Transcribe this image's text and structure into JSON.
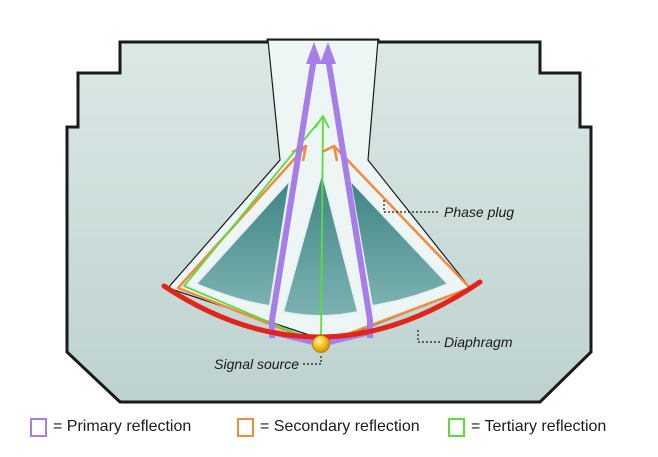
{
  "labels": {
    "phase_plug": "Phase plug",
    "diaphragm": "Diaphragm",
    "signal_source": "Signal source"
  },
  "legend": [
    {
      "text": "= Primary reflection",
      "color": "#a77ee8"
    },
    {
      "text": "= Secondary reflection",
      "color": "#f28a40"
    },
    {
      "text": "= Tertiary reflection",
      "color": "#5bdc3e"
    }
  ],
  "colors": {
    "housing_fill": "#cfdfdd",
    "housing_stroke": "#1a1a1a",
    "channel_fill": "#eef5f5",
    "plug_fill": "#4f9495",
    "diaphragm": "#e1251b",
    "source": "#f4c21a",
    "primary": "#a77ee8",
    "secondary": "#f28a40",
    "tertiary": "#5bdc3e"
  },
  "icons": {
    "signal_source": "yellow-dot"
  }
}
